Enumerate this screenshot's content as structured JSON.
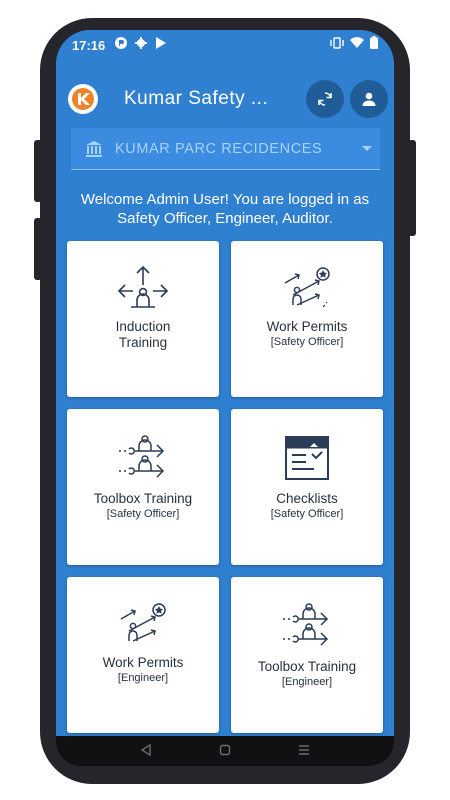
{
  "status_bar": {
    "time": "17:16",
    "left_icons": [
      "p-icon",
      "gear-icon",
      "play-store-icon"
    ],
    "right_icons": [
      "vibrate-icon",
      "wifi-icon",
      "battery-icon"
    ]
  },
  "app_bar": {
    "title": "Kumar Safety ...",
    "actions": [
      "sync-icon",
      "account-icon"
    ]
  },
  "project_select": {
    "value": "KUMAR PARC RECIDENCES"
  },
  "welcome": "Welcome Admin User! You are logged in as Safety Officer, Engineer, Auditor.",
  "cards": [
    {
      "title": "Induction\nTraining",
      "subtitle": "",
      "icon": "induction-training-icon"
    },
    {
      "title": "Work Permits",
      "subtitle": "[Safety Officer]",
      "icon": "work-permits-icon"
    },
    {
      "title": "Toolbox Training",
      "subtitle": "[Safety Officer]",
      "icon": "toolbox-training-icon"
    },
    {
      "title": "Checklists",
      "subtitle": "[Safety Officer]",
      "icon": "checklists-icon"
    },
    {
      "title": "Work Permits",
      "subtitle": "[Engineer]",
      "icon": "work-permits-icon"
    },
    {
      "title": "Toolbox Training",
      "subtitle": "[Engineer]",
      "icon": "toolbox-training-icon"
    }
  ],
  "colors": {
    "primary": "#2f80d1",
    "primary_dark": "#1f5c98",
    "icon_dark": "#2a3c56"
  }
}
